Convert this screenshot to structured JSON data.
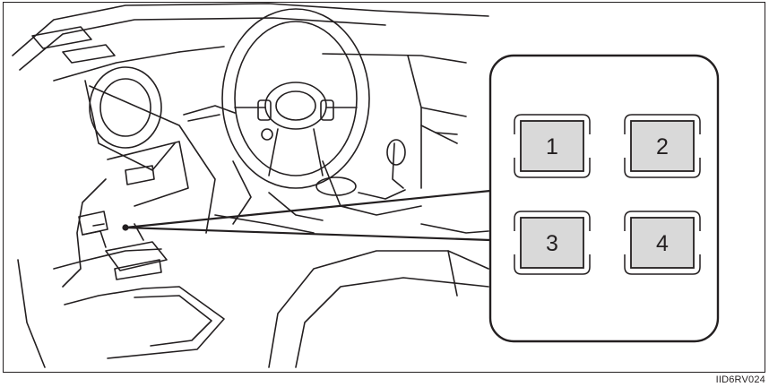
{
  "figure": {
    "code": "IID6RV024",
    "connectors": [
      "1",
      "2",
      "3",
      "4"
    ],
    "colors": {
      "line": "#231f20",
      "connector_fill": "#d9d9d9",
      "background": "#ffffff"
    }
  }
}
